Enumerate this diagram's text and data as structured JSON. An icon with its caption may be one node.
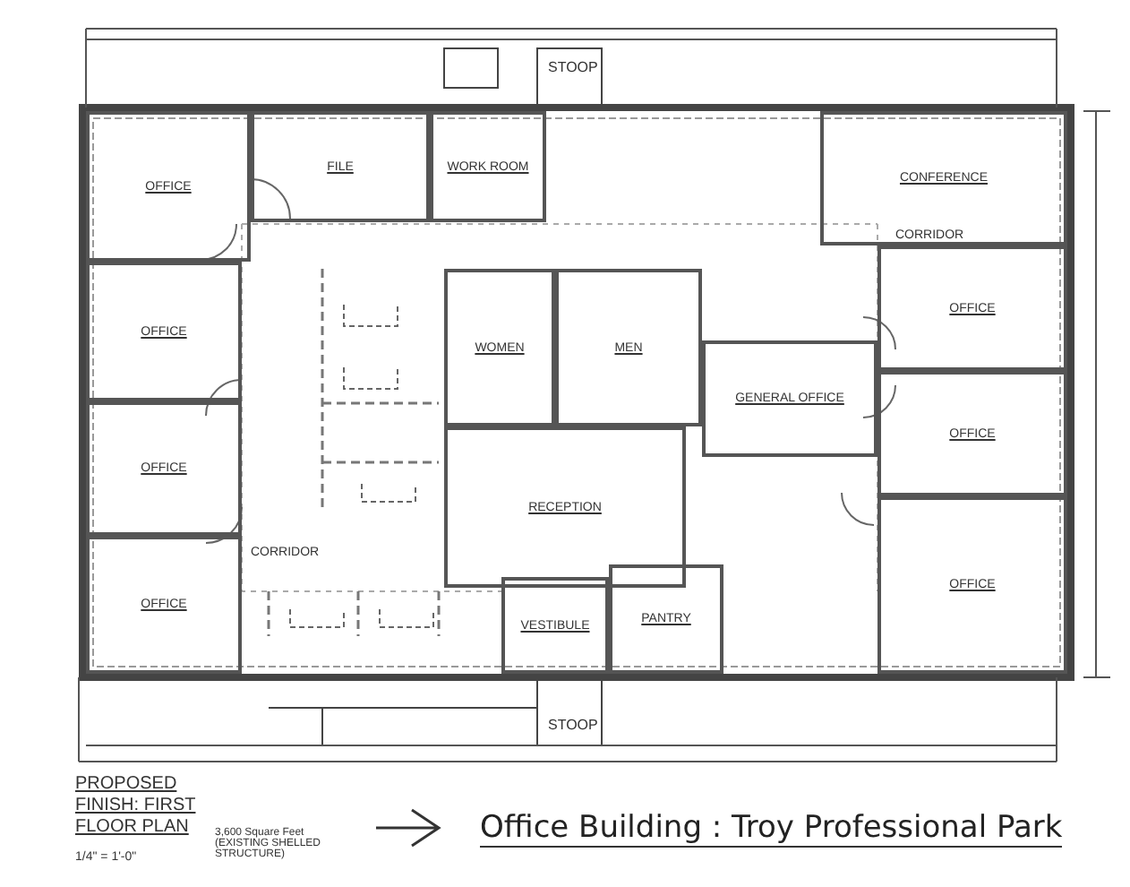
{
  "diagram": {
    "title": "Office Building : Troy Professional Park",
    "nodes": [
      {
        "text": [
          "OFFICE"
        ]
      },
      {
        "text": [
          "FILE"
        ]
      },
      {
        "text": [
          "WORK ROOM"
        ]
      },
      {
        "text": [
          "CONFERENCE"
        ]
      },
      {
        "text": [
          "OFFICE"
        ]
      },
      {
        "text": [
          "OFFICE"
        ]
      },
      {
        "text": [
          "OFFICE"
        ]
      },
      {
        "text": [
          "OFFICE"
        ]
      },
      {
        "text": [
          "OFFICE"
        ]
      },
      {
        "text": [
          "OFFICE"
        ]
      },
      {
        "text": [
          "WOMEN"
        ]
      },
      {
        "text": [
          "MEN"
        ]
      },
      {
        "text": [
          "GENERAL OFFICE"
        ]
      },
      {
        "text": [
          "RECEPTION"
        ]
      },
      {
        "text": [
          "VESTIBULE"
        ]
      },
      {
        "text": [
          "PANTRY"
        ]
      }
    ],
    "labels": [
      "STOOP",
      "CORRIDOR",
      "CORRIDOR",
      "STOOP",
      "PROPOSED FINISH: FIRST FLOOR PLAN",
      "1/4\" = 1'-0\"",
      "3,600 Square Feet (EXISTING SHELLED STRUCTURE)"
    ]
  }
}
